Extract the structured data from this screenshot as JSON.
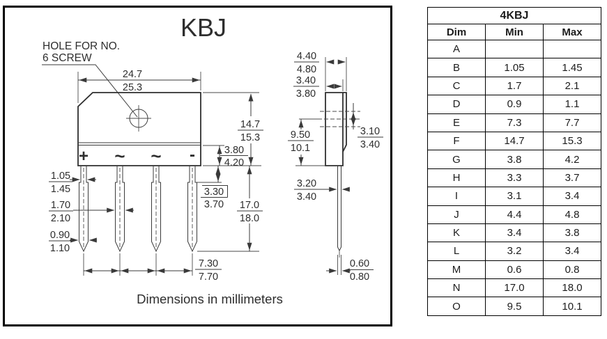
{
  "drawing": {
    "title": "KBJ",
    "hole_label_line1": "HOLE FOR NO.",
    "hole_label_line2": "6 SCREW",
    "footnote": "Dimensions in millimeters",
    "terminals": [
      "+",
      "~",
      "~",
      "-"
    ],
    "dims": {
      "overall_width": {
        "min": "24.7",
        "max": "25.3"
      },
      "body_height": {
        "min": "14.7",
        "max": "15.3"
      },
      "band_height": {
        "min": "3.80",
        "max": "4.20"
      },
      "shoulder_len": {
        "min": "3.30",
        "max": "3.70"
      },
      "lead_length": {
        "min": "17.0",
        "max": "18.0"
      },
      "stub_width": {
        "min": "1.05",
        "max": "1.45"
      },
      "lead_width": {
        "min": "1.70",
        "max": "2.10"
      },
      "tip_width": {
        "min": "0.90",
        "max": "1.10"
      },
      "lead_pitch": {
        "min": "7.30",
        "max": "7.70"
      },
      "tab_thickness": {
        "min": "4.40",
        "max": "4.80"
      },
      "body_thickness": {
        "min": "3.40",
        "max": "3.80"
      },
      "hole_offset": {
        "min": "9.50",
        "max": "10.1"
      },
      "hole_diameter": {
        "min": "3.10",
        "max": "3.40"
      },
      "lead_offset": {
        "min": "3.20",
        "max": "3.40"
      },
      "lead_thickness": {
        "min": "0.60",
        "max": "0.80"
      }
    }
  },
  "table": {
    "title": "4KBJ",
    "headers": [
      "Dim",
      "Min",
      "Max"
    ],
    "rows": [
      {
        "dim": "A",
        "min": "",
        "max": ""
      },
      {
        "dim": "B",
        "min": "1.05",
        "max": "1.45"
      },
      {
        "dim": "C",
        "min": "1.7",
        "max": "2.1"
      },
      {
        "dim": "D",
        "min": "0.9",
        "max": "1.1"
      },
      {
        "dim": "E",
        "min": "7.3",
        "max": "7.7"
      },
      {
        "dim": "F",
        "min": "14.7",
        "max": "15.3"
      },
      {
        "dim": "G",
        "min": "3.8",
        "max": "4.2"
      },
      {
        "dim": "H",
        "min": "3.3",
        "max": "3.7"
      },
      {
        "dim": "I",
        "min": "3.1",
        "max": "3.4"
      },
      {
        "dim": "J",
        "min": "4.4",
        "max": "4.8"
      },
      {
        "dim": "K",
        "min": "3.4",
        "max": "3.8"
      },
      {
        "dim": "L",
        "min": "3.2",
        "max": "3.4"
      },
      {
        "dim": "M",
        "min": "0.6",
        "max": "0.8"
      },
      {
        "dim": "N",
        "min": "17.0",
        "max": "18.0"
      },
      {
        "dim": "O",
        "min": "9.5",
        "max": "10.1"
      }
    ]
  }
}
